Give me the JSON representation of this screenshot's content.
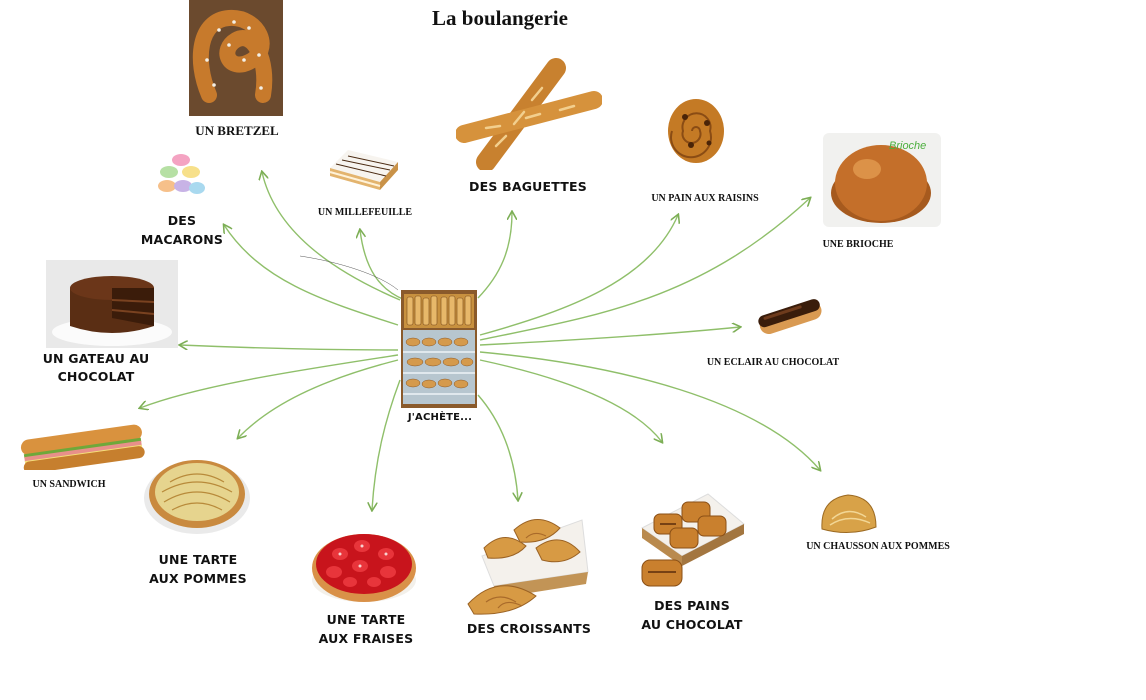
{
  "title": "La boulangerie",
  "center": {
    "label": "J'ACHÈTE..."
  },
  "colors": {
    "arrow": "#8fbf6a",
    "arrow_head": "#7cae55"
  },
  "items": [
    {
      "label": "UN BRETZEL",
      "icon": "pretzel-icon"
    },
    {
      "label": "UN MILLEFEUILLE",
      "icon": "millefeuille-icon"
    },
    {
      "label": "DES BAGUETTES",
      "icon": "baguette-icon"
    },
    {
      "label": "UN PAIN AUX RAISINS",
      "icon": "pain-aux-raisins-icon"
    },
    {
      "label": "UNE BRIOCHE",
      "icon": "brioche-icon"
    },
    {
      "label": "DES\nMACARONS",
      "icon": "macarons-icon"
    },
    {
      "label": "UN GATEAU AU CHOCOLAT",
      "icon": "chocolate-cake-icon"
    },
    {
      "label": "UN ECLAIR AU CHOCOLAT",
      "icon": "eclair-icon"
    },
    {
      "label": "UN SANDWICH",
      "icon": "sandwich-icon"
    },
    {
      "label": "UNE TARTE\nAUX POMMES",
      "icon": "apple-tart-icon"
    },
    {
      "label": "UNE TARTE\nAUX FRAISES",
      "icon": "strawberry-tart-icon"
    },
    {
      "label": "DES CROISSANTS",
      "icon": "croissant-icon"
    },
    {
      "label": "DES PAINS\nAU CHOCOLAT",
      "icon": "pain-au-chocolat-icon"
    },
    {
      "label": "UN CHAUSSON AUX POMMES",
      "icon": "chausson-icon"
    }
  ]
}
